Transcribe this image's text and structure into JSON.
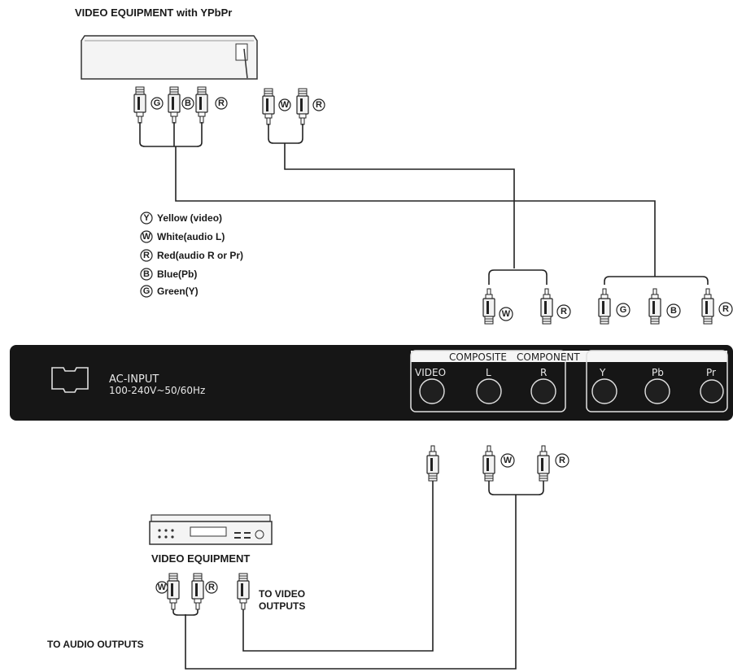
{
  "top_device": {
    "title": "VIDEO EQUIPMENT with YPbPr"
  },
  "legend": [
    {
      "letter": "Y",
      "text": "Yellow (video)"
    },
    {
      "letter": "W",
      "text": "White(audio L)"
    },
    {
      "letter": "R",
      "text": "Red(audio R or Pr)"
    },
    {
      "letter": "B",
      "text": "Blue(Pb)"
    },
    {
      "letter": "G",
      "text": "Green(Y)"
    }
  ],
  "panel": {
    "ac_label": "AC-INPUT",
    "ac_spec": "100-240V~50/60Hz",
    "composite_label": "COMPOSITE",
    "component_label": "COMPONENT",
    "jacks": [
      "VIDEO",
      "L",
      "R",
      "Y",
      "Pb",
      "Pr"
    ]
  },
  "bottom_device": {
    "title": "VIDEO EQUIPMENT",
    "to_video": [
      "TO VIDEO",
      "OUTPUTS"
    ],
    "to_audio": "TO AUDIO OUTPUTS"
  },
  "badges": {
    "G": "G",
    "B": "B",
    "R": "R",
    "W": "W"
  },
  "colors": {
    "panel": "#161616",
    "wire": "#222222"
  }
}
